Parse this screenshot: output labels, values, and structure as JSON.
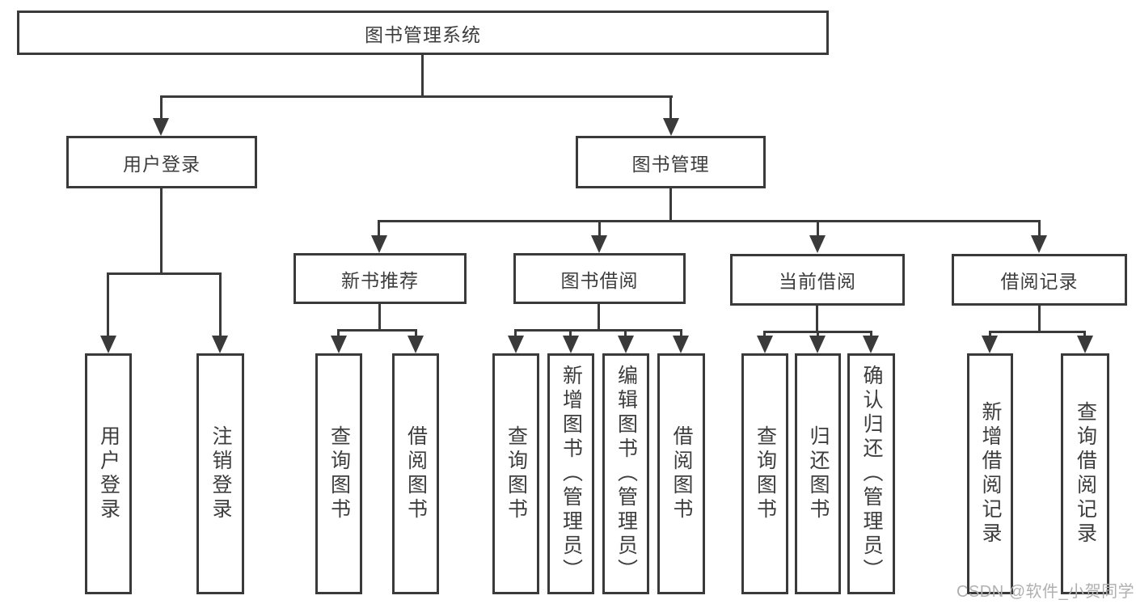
{
  "diagram": {
    "title": "图书管理系统",
    "branches": [
      {
        "label": "用户登录",
        "children": [
          {
            "label": "用户登录"
          },
          {
            "label": "注销登录"
          }
        ]
      },
      {
        "label": "图书管理",
        "children": [
          {
            "label": "新书推荐",
            "children": [
              {
                "label": "查询图书"
              },
              {
                "label": "借阅图书"
              }
            ]
          },
          {
            "label": "图书借阅",
            "children": [
              {
                "label": "查询图书"
              },
              {
                "label": "新增图书（管理员）"
              },
              {
                "label": "编辑图书（管理员）"
              },
              {
                "label": "借阅图书"
              }
            ]
          },
          {
            "label": "当前借阅",
            "children": [
              {
                "label": "查询图书"
              },
              {
                "label": "归还图书"
              },
              {
                "label": "确认归还（管理员）"
              }
            ]
          },
          {
            "label": "借阅记录",
            "children": [
              {
                "label": "新增借阅记录"
              },
              {
                "label": "查询借阅记录"
              }
            ]
          }
        ]
      }
    ]
  },
  "watermark": "CSDN @软件_小贺同学",
  "colors": {
    "line": "#3a3a3a",
    "text": "#3d3d3d",
    "watermark": "#b0b0b0",
    "background": "#ffffff"
  }
}
